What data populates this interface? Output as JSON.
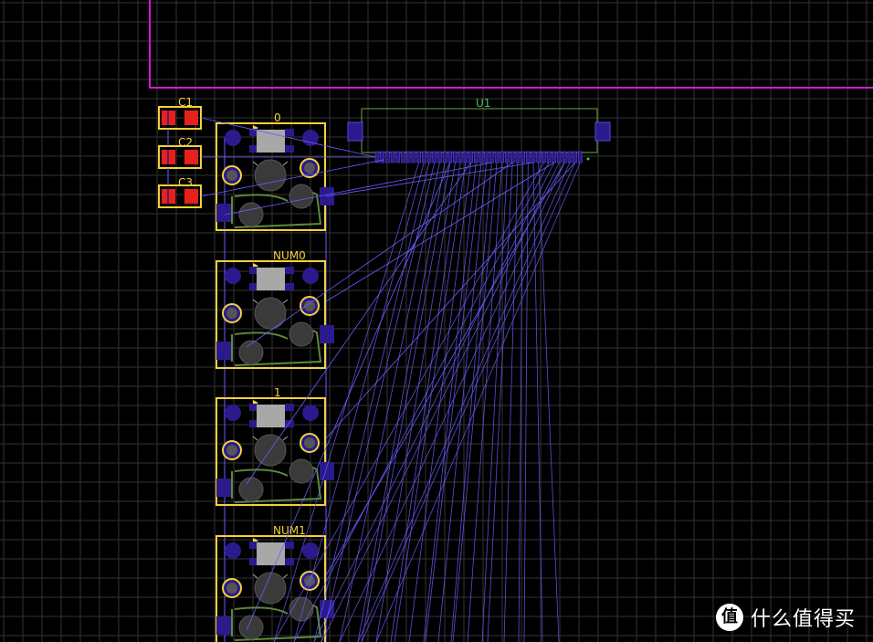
{
  "canvas": {
    "background_color": "#000000",
    "grid_color": "#3a3a3a",
    "board_outline_color": "#d21ad2",
    "silkscreen_color": "#f2d23a",
    "ratsnest_color": "#6a5cff",
    "pad_color": "#2a1a8c",
    "track_color": "#6a9a3a",
    "capacitor_pad_color": "#e8201c"
  },
  "components": {
    "capacitors": [
      {
        "ref": "C1"
      },
      {
        "ref": "C2"
      },
      {
        "ref": "C3"
      }
    ],
    "connector": {
      "ref": "U1"
    },
    "switches": [
      {
        "ref": "0"
      },
      {
        "ref": "NUM0"
      },
      {
        "ref": "1"
      },
      {
        "ref": "NUM1"
      }
    ]
  },
  "watermark": {
    "logo_glyph": "值",
    "text": "什么值得买"
  }
}
